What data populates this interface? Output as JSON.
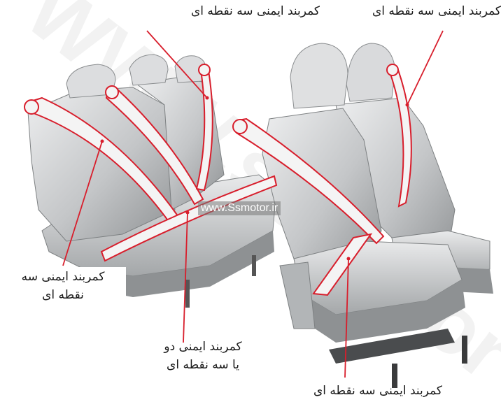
{
  "labels": {
    "top_center": "کمربند ایمنی سه نقطه ای",
    "top_right": "کمربند ایمنی سه نقطه ای",
    "left_line1": "کمربند ایمنی سه",
    "left_line2": "نقطه ای",
    "center_line1": "کمربند ایمنی دو",
    "center_line2": "یا سه نقطه ای",
    "bottom": "کمربند ایمنی سه نقطه ای"
  },
  "watermark": "www.Ssmotor.ir",
  "colors": {
    "belt_outline": "#d81e2c",
    "belt_fill": "#f4f4f4",
    "seat": "#c9cbcc",
    "seat_dark": "#8e9193",
    "seat_light": "#e6e7e8"
  }
}
